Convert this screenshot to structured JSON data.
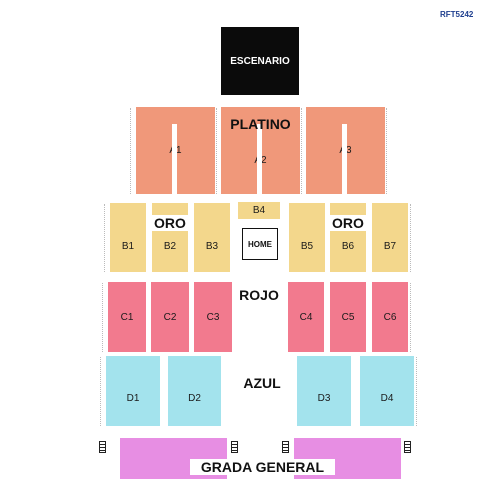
{
  "ref_code": "RFT5242",
  "stage": "ESCENARIO",
  "home": "HOME",
  "zones": {
    "platino": "PLATINO",
    "oro": "ORO",
    "rojo": "ROJO",
    "azul": "AZUL",
    "general": "GRADA GENERAL"
  },
  "sections": {
    "A1": "A1",
    "A2": "A2",
    "A3": "A3",
    "B1": "B1",
    "B2": "B2",
    "B3": "B3",
    "B4": "B4",
    "B5": "B5",
    "B6": "B6",
    "B7": "B7",
    "C1": "C1",
    "C2": "C2",
    "C3": "C3",
    "C4": "C4",
    "C5": "C5",
    "C6": "C6",
    "D1": "D1",
    "D2": "D2",
    "D3": "D3",
    "D4": "D4"
  },
  "colors": {
    "platino": "#f0987a",
    "oro": "#f3d78c",
    "rojo": "#f27a8e",
    "azul": "#a3e3ed",
    "general": "#e78ee3",
    "stage": "#0b0b0b"
  }
}
